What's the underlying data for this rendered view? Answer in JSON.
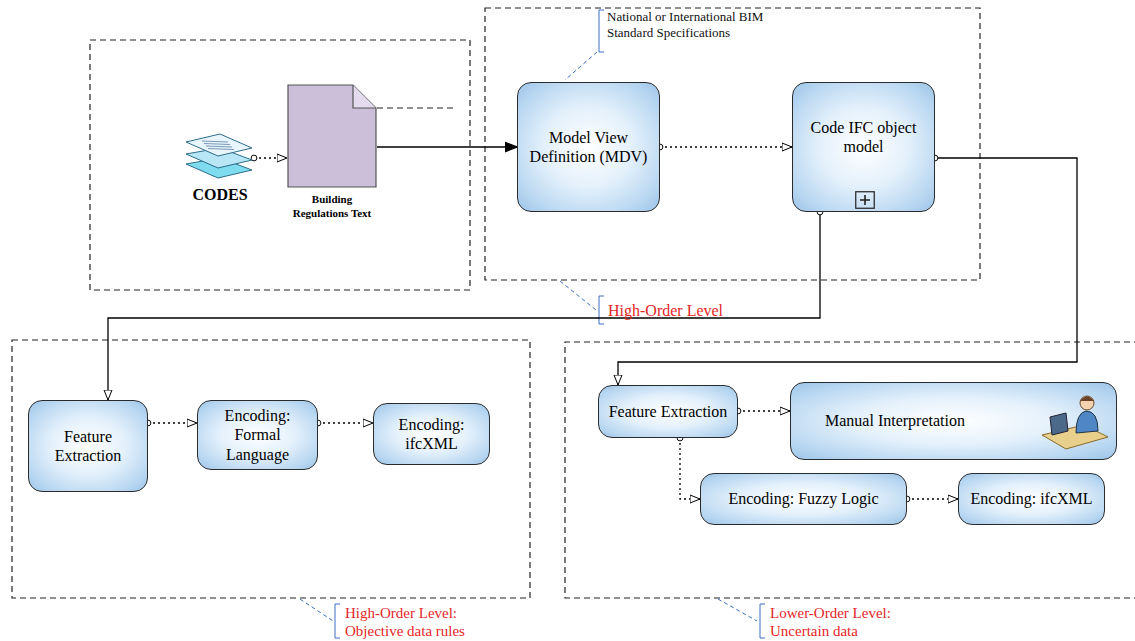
{
  "diagram": {
    "nodes": [
      {
        "text": [
          "CODES"
        ]
      },
      {
        "text": [
          "Building Regulations Text"
        ]
      },
      {
        "text": [
          "Model View Definition (MDV)"
        ]
      },
      {
        "text": [
          "Code IFC object model"
        ]
      },
      {
        "text": [
          "Feature Extraction"
        ]
      },
      {
        "text": [
          "Encoding: Formal Language"
        ]
      },
      {
        "text": [
          "Encoding: ifcXML"
        ]
      },
      {
        "text": [
          "Feature Extraction"
        ]
      },
      {
        "text": [
          "Manual Interpretation"
        ]
      },
      {
        "text": [
          "Encoding: Fuzzy Logic"
        ]
      },
      {
        "text": [
          "Encoding: ifcXML"
        ]
      }
    ],
    "edges": [
      {
        "from": 0,
        "to": 1,
        "arrow": "to"
      },
      {
        "from": 1,
        "to": 2,
        "arrow": "to"
      },
      {
        "from": 2,
        "to": 3,
        "arrow": "to"
      },
      {
        "from": 3,
        "to": 4,
        "arrow": "to"
      },
      {
        "from": 3,
        "to": 7,
        "arrow": "to"
      },
      {
        "from": 4,
        "to": 5,
        "arrow": "to"
      },
      {
        "from": 5,
        "to": 6,
        "arrow": "to"
      },
      {
        "from": 7,
        "to": 8,
        "arrow": "to"
      },
      {
        "from": 7,
        "to": 9,
        "arrow": "to"
      },
      {
        "from": 9,
        "to": 10,
        "arrow": "to"
      }
    ],
    "labels": [
      "National or International BIM Standard Specifications",
      "High-Order Level",
      "High-Order Level: Objective data rules",
      "Lower-Order Level: Uncertain data"
    ]
  }
}
